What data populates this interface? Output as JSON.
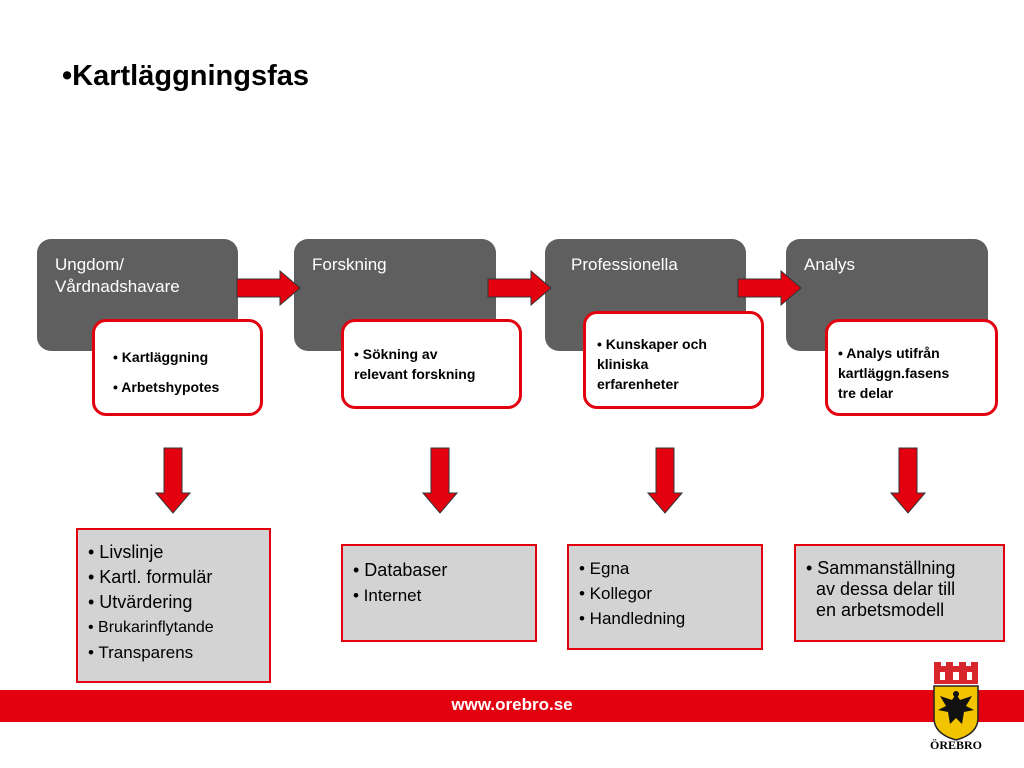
{
  "title": "•Kartläggningsfas",
  "phases": [
    {
      "label": "Ungdom/\nVårdnadshavare"
    },
    {
      "label": "Forskning"
    },
    {
      "label": "Professionella"
    },
    {
      "label": "Analys"
    }
  ],
  "highlights": [
    {
      "lines": [
        "• Kartläggning",
        "• Arbetshypotes"
      ]
    },
    {
      "lines": [
        "• Sökning av",
        "relevant forskning"
      ]
    },
    {
      "lines": [
        "• Kunskaper och",
        "kliniska",
        "erfarenheter"
      ]
    },
    {
      "lines": [
        "• Analys utifrån",
        "kartläggn.fasens",
        "tre delar"
      ]
    }
  ],
  "details": [
    {
      "lines": [
        "• Livslinje",
        "• Kartl. formulär",
        "• Utvärdering",
        "• Brukarinflytande",
        "• Transparens"
      ]
    },
    {
      "lines": [
        "• Databaser",
        "• Internet"
      ]
    },
    {
      "lines": [
        "• Egna",
        "• Kollegor",
        "• Handledning"
      ]
    },
    {
      "lines": [
        "• Sammanställning",
        "  av dessa delar till",
        "  en arbetsmodell"
      ]
    }
  ],
  "footer": {
    "url": "www.orebro.se"
  },
  "logo": {
    "text": "ÖREBRO"
  },
  "colors": {
    "accent": "#e3000f",
    "phase_fill": "#5f5f5f",
    "detail_fill": "#d3d3d3"
  }
}
